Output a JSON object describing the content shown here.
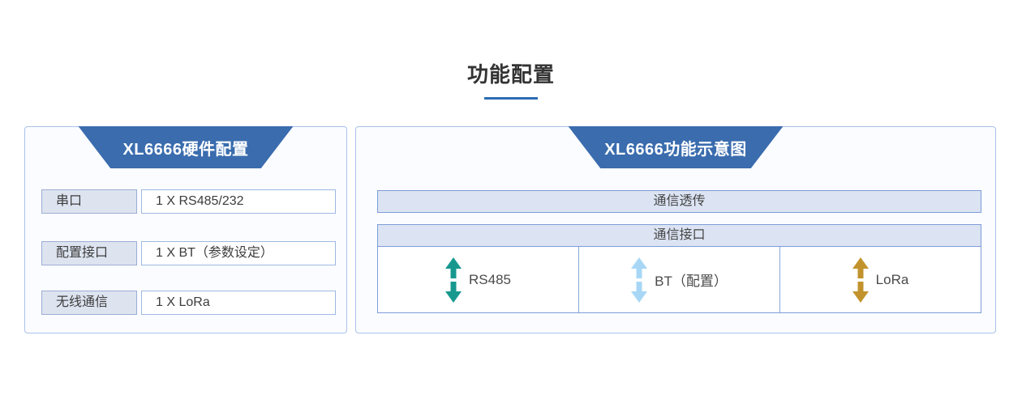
{
  "page": {
    "title": "功能配置"
  },
  "left_panel": {
    "header": "XL6666硬件配置",
    "rows": [
      {
        "label": "串口",
        "value": "1 X RS485/232"
      },
      {
        "label": "配置接口",
        "value": "1 X BT（参数设定）"
      },
      {
        "label": "无线通信",
        "value": "1 X LoRa"
      }
    ]
  },
  "right_panel": {
    "header": "XL6666功能示意图",
    "top_bar": "通信透传",
    "table_header": "通信接口",
    "interfaces": [
      {
        "label": "RS485",
        "arrow_icon": "double-vertical-arrow",
        "arrow_color": "#17988f"
      },
      {
        "label": "BT（配置）",
        "arrow_icon": "double-vertical-arrow",
        "arrow_color": "#a8d7f6"
      },
      {
        "label": "LoRa",
        "arrow_icon": "double-vertical-arrow",
        "arrow_color": "#c2932d"
      }
    ]
  },
  "colors": {
    "header_trapezoid": "#3a6cae",
    "title_underline": "#2e6cb3",
    "panel_border": "#a9c1e8",
    "bar_fill": "#dce4f3",
    "bar_border": "#7d9cd8",
    "label_box_fill": "#dde4f0"
  }
}
